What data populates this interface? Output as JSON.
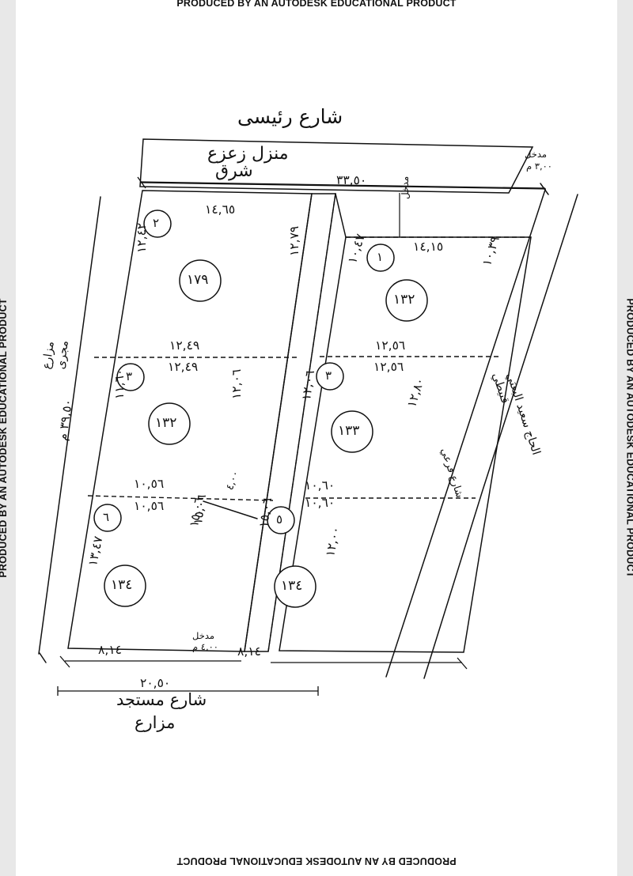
{
  "document": {
    "type": "land-subdivision-survey-plan",
    "language": "ar",
    "watermark": "PRODUCED BY AN AUTODESK EDUCATIONAL PRODUCT"
  },
  "labels": {
    "main_street": "شارع رئيسى",
    "neighbor_house": "منزل زعزع",
    "neighbor_house_dir": "شرق",
    "top_boundary_dim": "٣٣,٥٠",
    "top_right_entrance": "مدخل",
    "top_right_entrance_dim": "٣,٠٠ م",
    "top_middle_entrance": "مدخل",
    "left_channel": "مجرى",
    "left_channel_2": "مزارع",
    "left_channel_dim": "٣٩,٥٠ م",
    "right_owner": "الحاج سعيد البعتي",
    "right_owner_2": "قنيطي",
    "right_branch_street": "شارع فرعي",
    "mid_entrance": "مدخل",
    "mid_entrance_dim": "٤,٠٠ م",
    "mid_strip_width": "٤,٠٠",
    "mid_strip_left_upper": "١٢,٠٦",
    "mid_strip_left_lower": "١٥,٠٦",
    "bottom_total_dim": "٢٠,٥٠",
    "bottom_street": "شارع مستجد",
    "bottom_street_2": "مزارع"
  },
  "plots": [
    {
      "number": "٢",
      "area": "١٧٩",
      "dim_top": "١٤,٦٥",
      "dim_left": "١٢,٤٢",
      "dim_right": "١٢,٧٩",
      "dim_bottom": "١٢,٤٩"
    },
    {
      "number": "١",
      "area": "١٣٢",
      "dim_top": "١٤,١٥",
      "dim_left": "١٠,٤٧",
      "dim_right": "١٠,٣٩",
      "dim_bottom": "١٢,٥٦"
    },
    {
      "number": "٤",
      "area": "١٣٢",
      "dim_top": "١٢,٤٩",
      "dim_left": "١١,٦٠",
      "dim_right": "١٢,٠٦",
      "dim_bottom": "١٠,٥٦"
    },
    {
      "number": "٣",
      "area": "١٣٣",
      "dim_top": "١٢,٥٦",
      "dim_left": "١٢,٠٦",
      "dim_right": "١٢,٨٠",
      "dim_bottom": "١٠,٦٠"
    },
    {
      "number": "٦",
      "area": "١٣٤",
      "dim_top": "١٠,٥٦",
      "dim_left": "١٣,٤٧",
      "dim_right": "١٥,٠٦",
      "dim_bottom": "٨,١٤"
    },
    {
      "number": "٥",
      "area": "١٣٤",
      "dim_top": "١٠,٦٠",
      "dim_left": "١٥,٠٦",
      "dim_right": "١٢,٠٠",
      "dim_bottom": "٨,١٤"
    }
  ]
}
